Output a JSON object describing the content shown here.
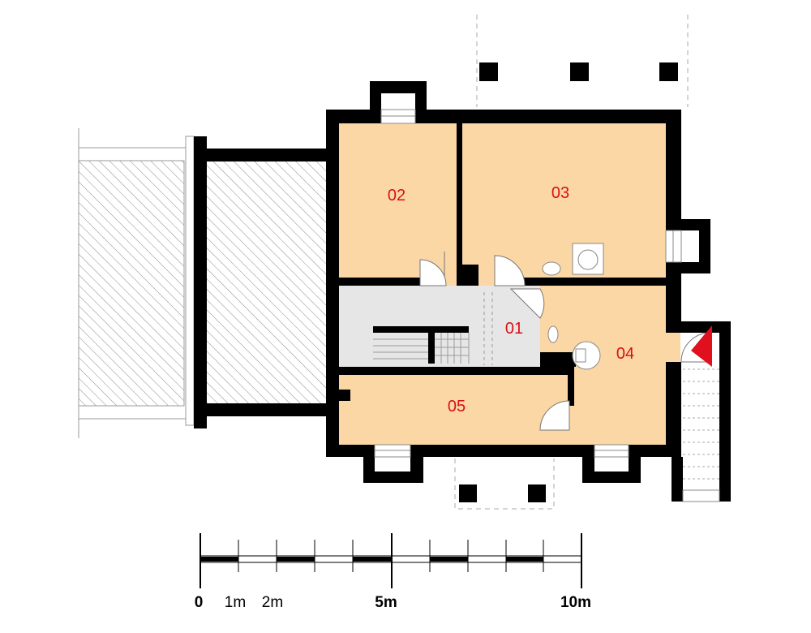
{
  "floor_plan": {
    "rooms": [
      {
        "id": "room-01",
        "label": "01",
        "color": "#e6e6e6"
      },
      {
        "id": "room-02",
        "label": "02",
        "color": "#fad7a4"
      },
      {
        "id": "room-03",
        "label": "03",
        "color": "#fad7a4"
      },
      {
        "id": "room-04",
        "label": "04",
        "color": "#fad7a4"
      },
      {
        "id": "room-05",
        "label": "05",
        "color": "#fad7a4"
      }
    ],
    "wall_color": "#000000",
    "label_color": "#d8101a",
    "entrance_marker_color": "#e0101e"
  },
  "scale_bar": {
    "labels": {
      "zero": "0",
      "one": "1m",
      "two": "2m",
      "five": "5m",
      "ten": "10m"
    }
  }
}
